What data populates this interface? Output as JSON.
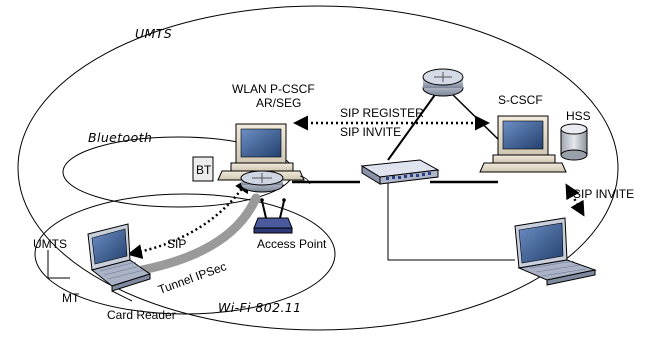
{
  "networks": {
    "umts": "UMTS",
    "bluetooth": "Bluetooth",
    "wifi": "Wi-Fi 802.11"
  },
  "nodes": {
    "pcscf_line1": "WLAN P-CSCF",
    "pcscf_line2": "AR/SEG",
    "scscf": "S-CSCF",
    "hss": "HSS",
    "bt": "BT",
    "access_point": "Access Point",
    "umts_card": "UMTS",
    "mt": "MT",
    "card_reader": "Card Reader"
  },
  "messages": {
    "sip_register": "SIP REGISTER",
    "sip_invite": "SIP INVITE",
    "sip_invite_right": "SIP INVITE",
    "sip": "SIP",
    "tunnel": "Tunnel IPSec"
  }
}
